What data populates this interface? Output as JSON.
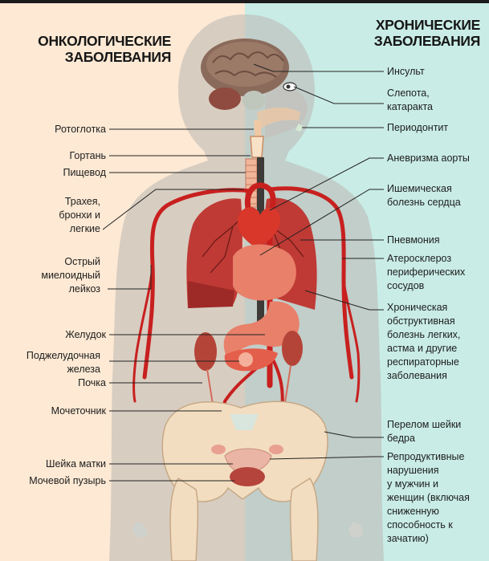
{
  "headings": {
    "oncology_line1": "ОНКОЛОГИЧЕСКИЕ",
    "oncology_line2": "ЗАБОЛЕВАНИЯ",
    "chronic_line1": "ХРОНИЧЕСКИЕ",
    "chronic_line2": "ЗАБОЛЕВАНИЯ"
  },
  "left_labels": {
    "oropharynx": "Ротоглотка",
    "larynx": "Гортань",
    "esophagus": "Пищевод",
    "trachea_1": "Трахея,",
    "trachea_2": "бронхи и",
    "trachea_3": "легкие",
    "leukemia_1": "Острый",
    "leukemia_2": "миелоидный",
    "leukemia_3": "лейкоз",
    "stomach": "Желудок",
    "pancreas_1": "Поджелудочная",
    "pancreas_2": "железа",
    "kidney": "Почка",
    "ureter": "Мочеточник",
    "cervix": "Шейка матки",
    "bladder": "Мочевой пузырь"
  },
  "right_labels": {
    "stroke": "Инсульт",
    "blindness_1": "Слепота,",
    "blindness_2": "катаракта",
    "periodontitis": "Периодонтит",
    "aneurysm": "Аневризма аорты",
    "ischemic_1": "Ишемическая",
    "ischemic_2": "болезнь сердца",
    "pneumonia": "Пневмония",
    "athero_1": "Атеросклероз",
    "athero_2": "периферических",
    "athero_3": "сосудов",
    "copd_1": "Хроническая",
    "copd_2": "обструктивная",
    "copd_3": "болезнь легких,",
    "copd_4": "астма и другие",
    "copd_5": "респираторные",
    "copd_6": "заболевания",
    "hip_1": "Перелом шейки",
    "hip_2": "бедра",
    "repro_1": "Репродуктивные",
    "repro_2": "нарушения",
    "repro_3": "у мужчин и",
    "repro_4": "женщин (включая",
    "repro_5": "сниженную",
    "repro_6": "способность к",
    "repro_7": "зачатию)"
  },
  "colors": {
    "left_background": "#fde9d4",
    "right_background": "#c9ece6",
    "body_silhouette": "#b9b6b0",
    "artery_red": "#c8201f",
    "lung_red": "#bf3a35",
    "heart_red": "#d8372a",
    "organ_pink": "#e9806a",
    "kidney_red": "#b54438",
    "brain_brown": "#8a6a5a",
    "bone_cream": "#f3ddc0"
  }
}
